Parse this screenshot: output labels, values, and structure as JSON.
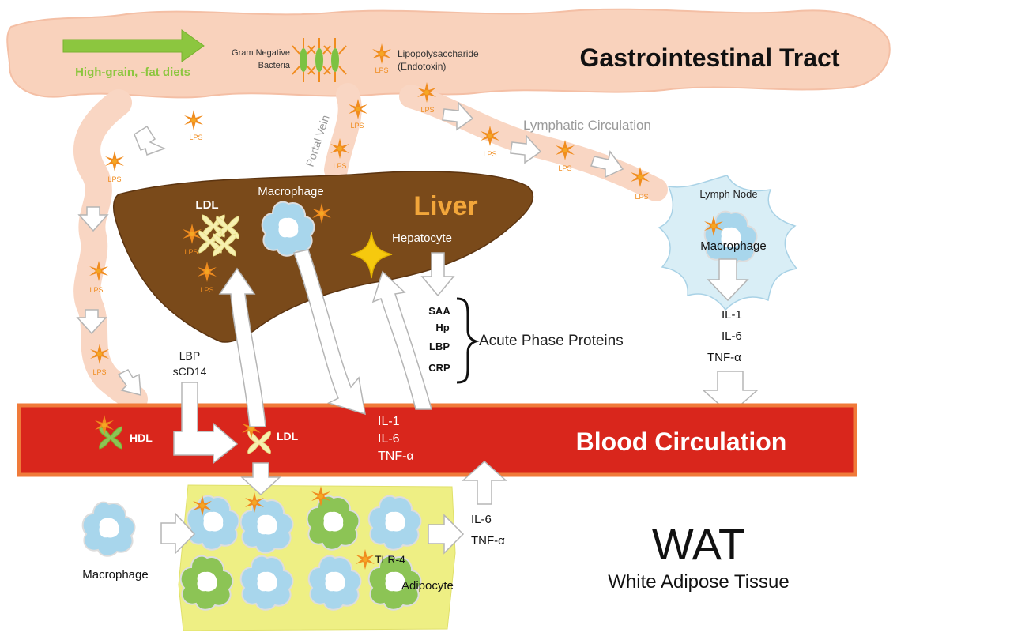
{
  "gi": {
    "title": "Gastrointestinal Tract",
    "diet": "High-grain, -fat diets",
    "bacteria_line1": "Gram Negative",
    "bacteria_line2": "Bacteria",
    "lps_line1": "Lipopolysaccharide",
    "lps_line2": "(Endotoxin)"
  },
  "lps_label": "LPS",
  "routes": {
    "portal_vein": "Portal Vein",
    "lymphatic": "Lymphatic Circulation"
  },
  "liver": {
    "title": "Liver",
    "ldl": "LDL",
    "macrophage": "Macrophage",
    "hepatocyte": "Hepatocyte"
  },
  "acute_phase": {
    "items": [
      "SAA",
      "Hp",
      "LBP",
      "CRP"
    ],
    "label": "Acute Phase Proteins"
  },
  "lymph": {
    "title": "Lymph Node",
    "macrophage": "Macrophage",
    "cytokines": [
      "IL-1",
      "IL-6",
      "TNF-α"
    ]
  },
  "blood": {
    "title": "Blood Circulation",
    "hdl": "HDL",
    "ldl": "LDL",
    "lbp": "LBP",
    "scd14": "sCD14",
    "cytokines": [
      "IL-1",
      "IL-6",
      "TNF-α"
    ]
  },
  "wat": {
    "abbr": "WAT",
    "full": "White Adipose Tissue",
    "macrophage": "Macrophage",
    "tlr4": "TLR-4",
    "adipocyte": "Adipocyte",
    "cytokines": [
      "IL-6",
      "TNF-α"
    ]
  },
  "colors": {
    "gi_fill": "#f9d2bc",
    "liver_fill": "#7a4a1a",
    "liver_title": "#f2a63a",
    "blood_fill": "#d9261c",
    "blood_border": "#f07a3a",
    "macrophage": "#a8d6ec",
    "adipocyte": "#8cc455",
    "lps_star": "#f08c1e",
    "hepatocyte": "#f6c90e",
    "wat_patch": "#eeef84",
    "lymph_node": "#d9eef6",
    "diet_arrow": "#8cc63f"
  }
}
